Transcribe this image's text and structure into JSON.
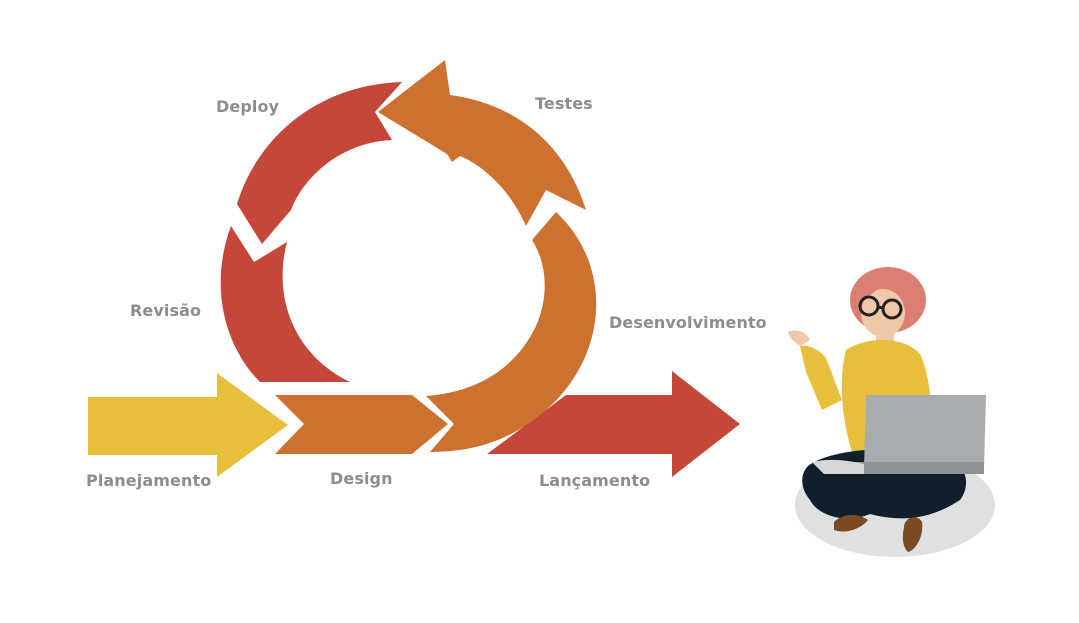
{
  "diagram": {
    "stages": {
      "planejamento": "Planejamento",
      "design": "Design",
      "desenvolvimento": "Desenvolvimento",
      "testes": "Testes",
      "deploy": "Deploy",
      "revisao": "Revisão",
      "lancamento": "Lançamento"
    },
    "colors": {
      "yellow": "#e8bf3d",
      "orange": "#cd7130",
      "red": "#c5473a",
      "label": "#8d8d8d"
    },
    "illustration": "person-with-laptop"
  }
}
